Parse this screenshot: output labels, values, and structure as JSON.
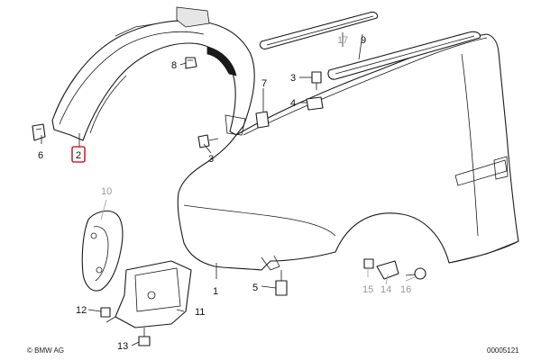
{
  "diagram": {
    "callouts": {
      "c1": "1",
      "c2": "2",
      "c3a": "3",
      "c3b": "3",
      "c4": "4",
      "c5": "5",
      "c6": "6",
      "c7": "7",
      "c8": "8",
      "c9": "9",
      "c10": "10",
      "c11": "11",
      "c12": "12",
      "c13": "13",
      "c14": "14",
      "c15": "15",
      "c16": "16",
      "c17": "17"
    },
    "selected_part": "2",
    "highlight_color": "#d4252b",
    "greyed_parts": [
      "10",
      "15",
      "14",
      "16",
      "17"
    ],
    "copyright": "© BMW AG",
    "image_number": "00005121"
  }
}
